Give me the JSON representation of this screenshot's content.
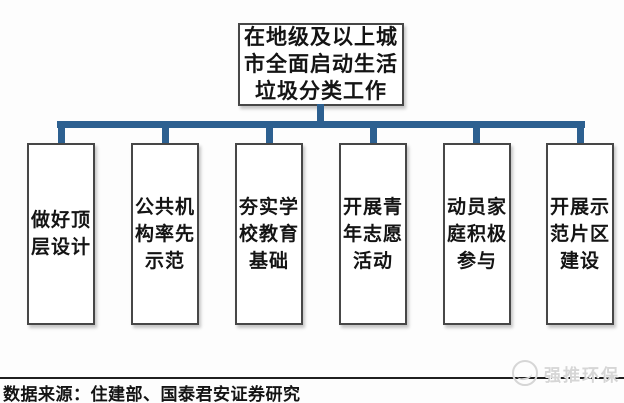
{
  "diagram": {
    "root": {
      "label": "在地级及以上城市全面启动生活垃圾分类工作",
      "lines": [
        "在地级及以上城",
        "市全面启动生活",
        "垃圾分类工作"
      ]
    },
    "children": [
      {
        "label": "做好顶层设计",
        "lines": [
          "做好顶",
          "层设计"
        ]
      },
      {
        "label": "公共机构率先示范",
        "lines": [
          "公共机",
          "构率先",
          "示范"
        ]
      },
      {
        "label": "夯实学校教育基础",
        "lines": [
          "夯实学",
          "校教育",
          "基础"
        ]
      },
      {
        "label": "开展青年志愿活动",
        "lines": [
          "开展青",
          "年志愿",
          "活动"
        ]
      },
      {
        "label": "动员家庭积极参与",
        "lines": [
          "动员家",
          "庭积极",
          "参与"
        ]
      },
      {
        "label": "开展示范片区建设",
        "lines": [
          "开展示",
          "范片区",
          "建设"
        ]
      }
    ]
  },
  "footer": {
    "source_text": "数据来源：住建部、国泰君安证券研究",
    "watermark_text": "强推环保",
    "watermark_logo": "circle-swoosh-logo"
  },
  "colors": {
    "connector": "#2d6090",
    "box-border": "#474747",
    "rule": "#1f1f1f",
    "text": "#141414",
    "watermark": "#d6d6d6"
  }
}
